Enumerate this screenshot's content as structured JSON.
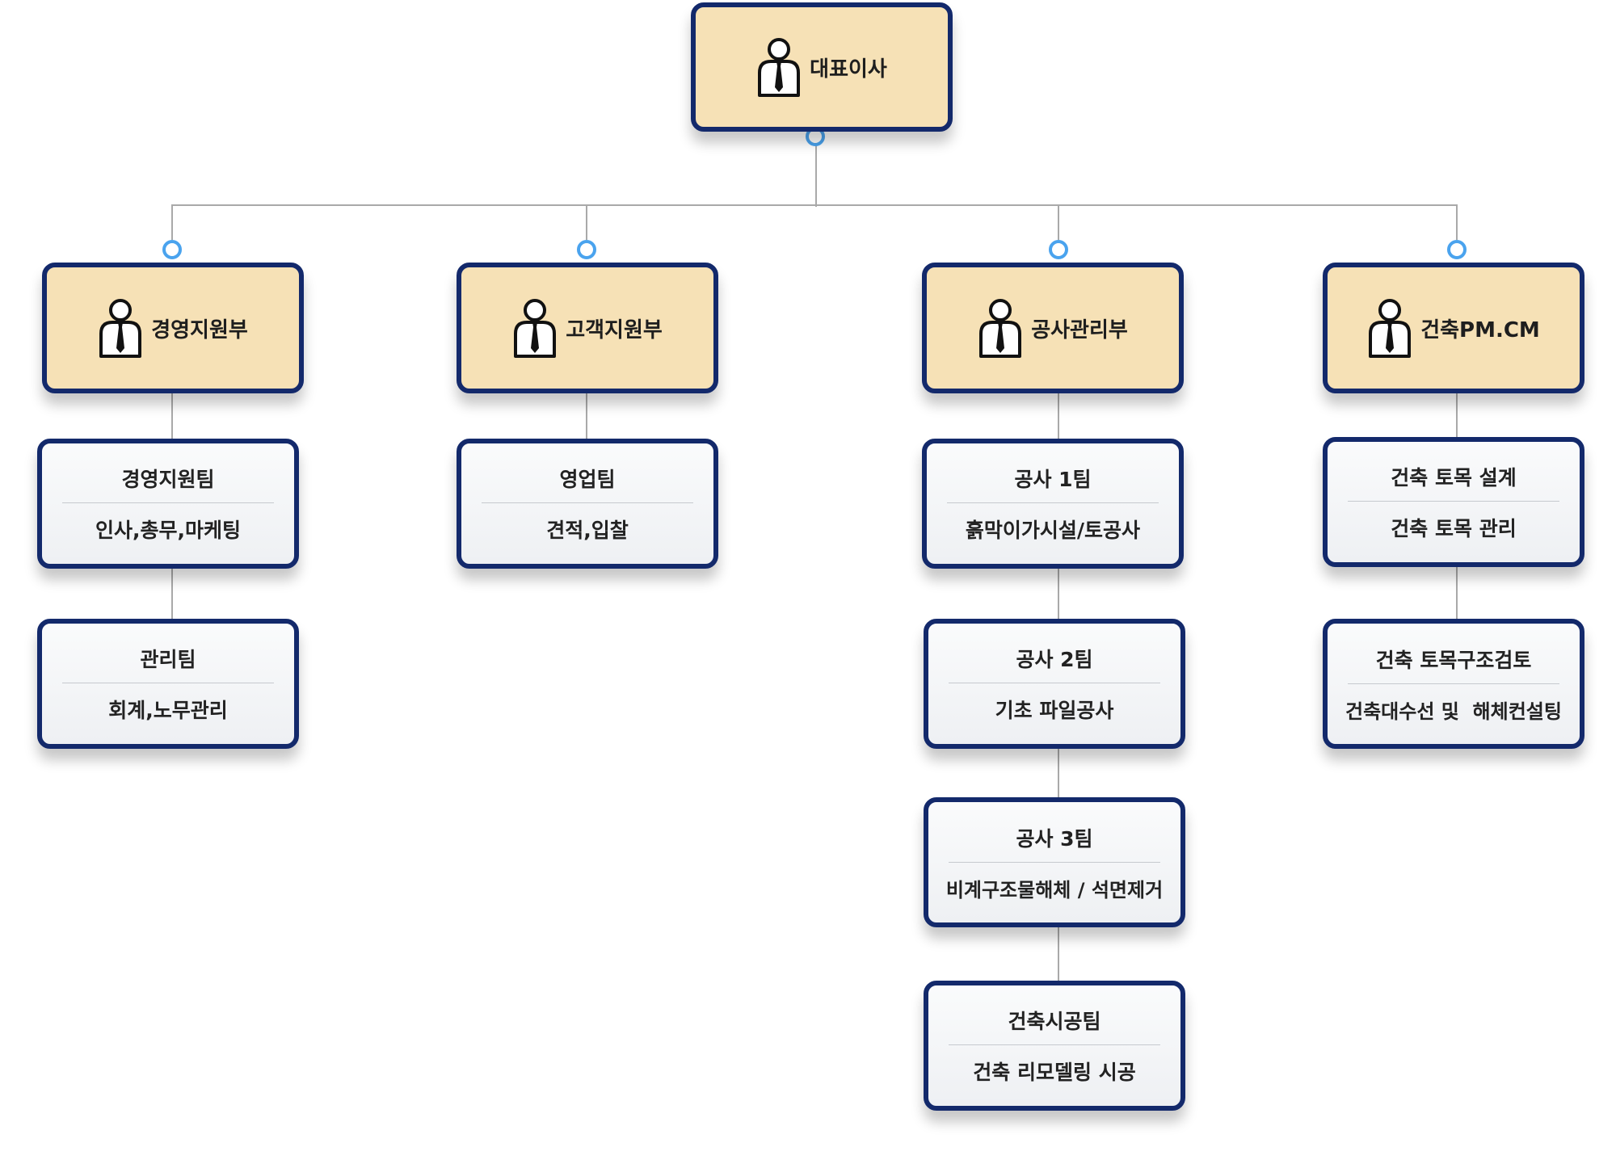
{
  "ceo": {
    "label": "대표이사",
    "icon": "person-icon"
  },
  "departments": [
    {
      "label": "경영지원부",
      "teams": [
        {
          "name": "경영지원팀",
          "desc": "인사,총무,마케팅"
        },
        {
          "name": "관리팀",
          "desc": "회계,노무관리"
        }
      ]
    },
    {
      "label": "고객지원부",
      "teams": [
        {
          "name": "영업팀",
          "desc": "견적,입찰"
        }
      ]
    },
    {
      "label": "공사관리부",
      "teams": [
        {
          "name": "공사 1팀",
          "desc": "흙막이가시설/토공사"
        },
        {
          "name": "공사 2팀",
          "desc": "기초 파일공사"
        },
        {
          "name": "공사 3팀",
          "desc": "비계구조물해체 / 석면제거"
        },
        {
          "name": "건축시공팀",
          "desc": "건축 리모델링 시공"
        }
      ]
    },
    {
      "label": "건축PM.CM",
      "teams": [
        {
          "name": "건축 토목 설계",
          "desc": "건축 토목 관리"
        },
        {
          "name": "건축 토목구조검토",
          "desc": "건축대수선 및  해체컨설팅"
        }
      ]
    }
  ],
  "colors": {
    "box_border": "#13296b",
    "head_fill": "#f6e1b6",
    "connector_dot": "#4aa3ee",
    "line": "#a9a9a9"
  }
}
